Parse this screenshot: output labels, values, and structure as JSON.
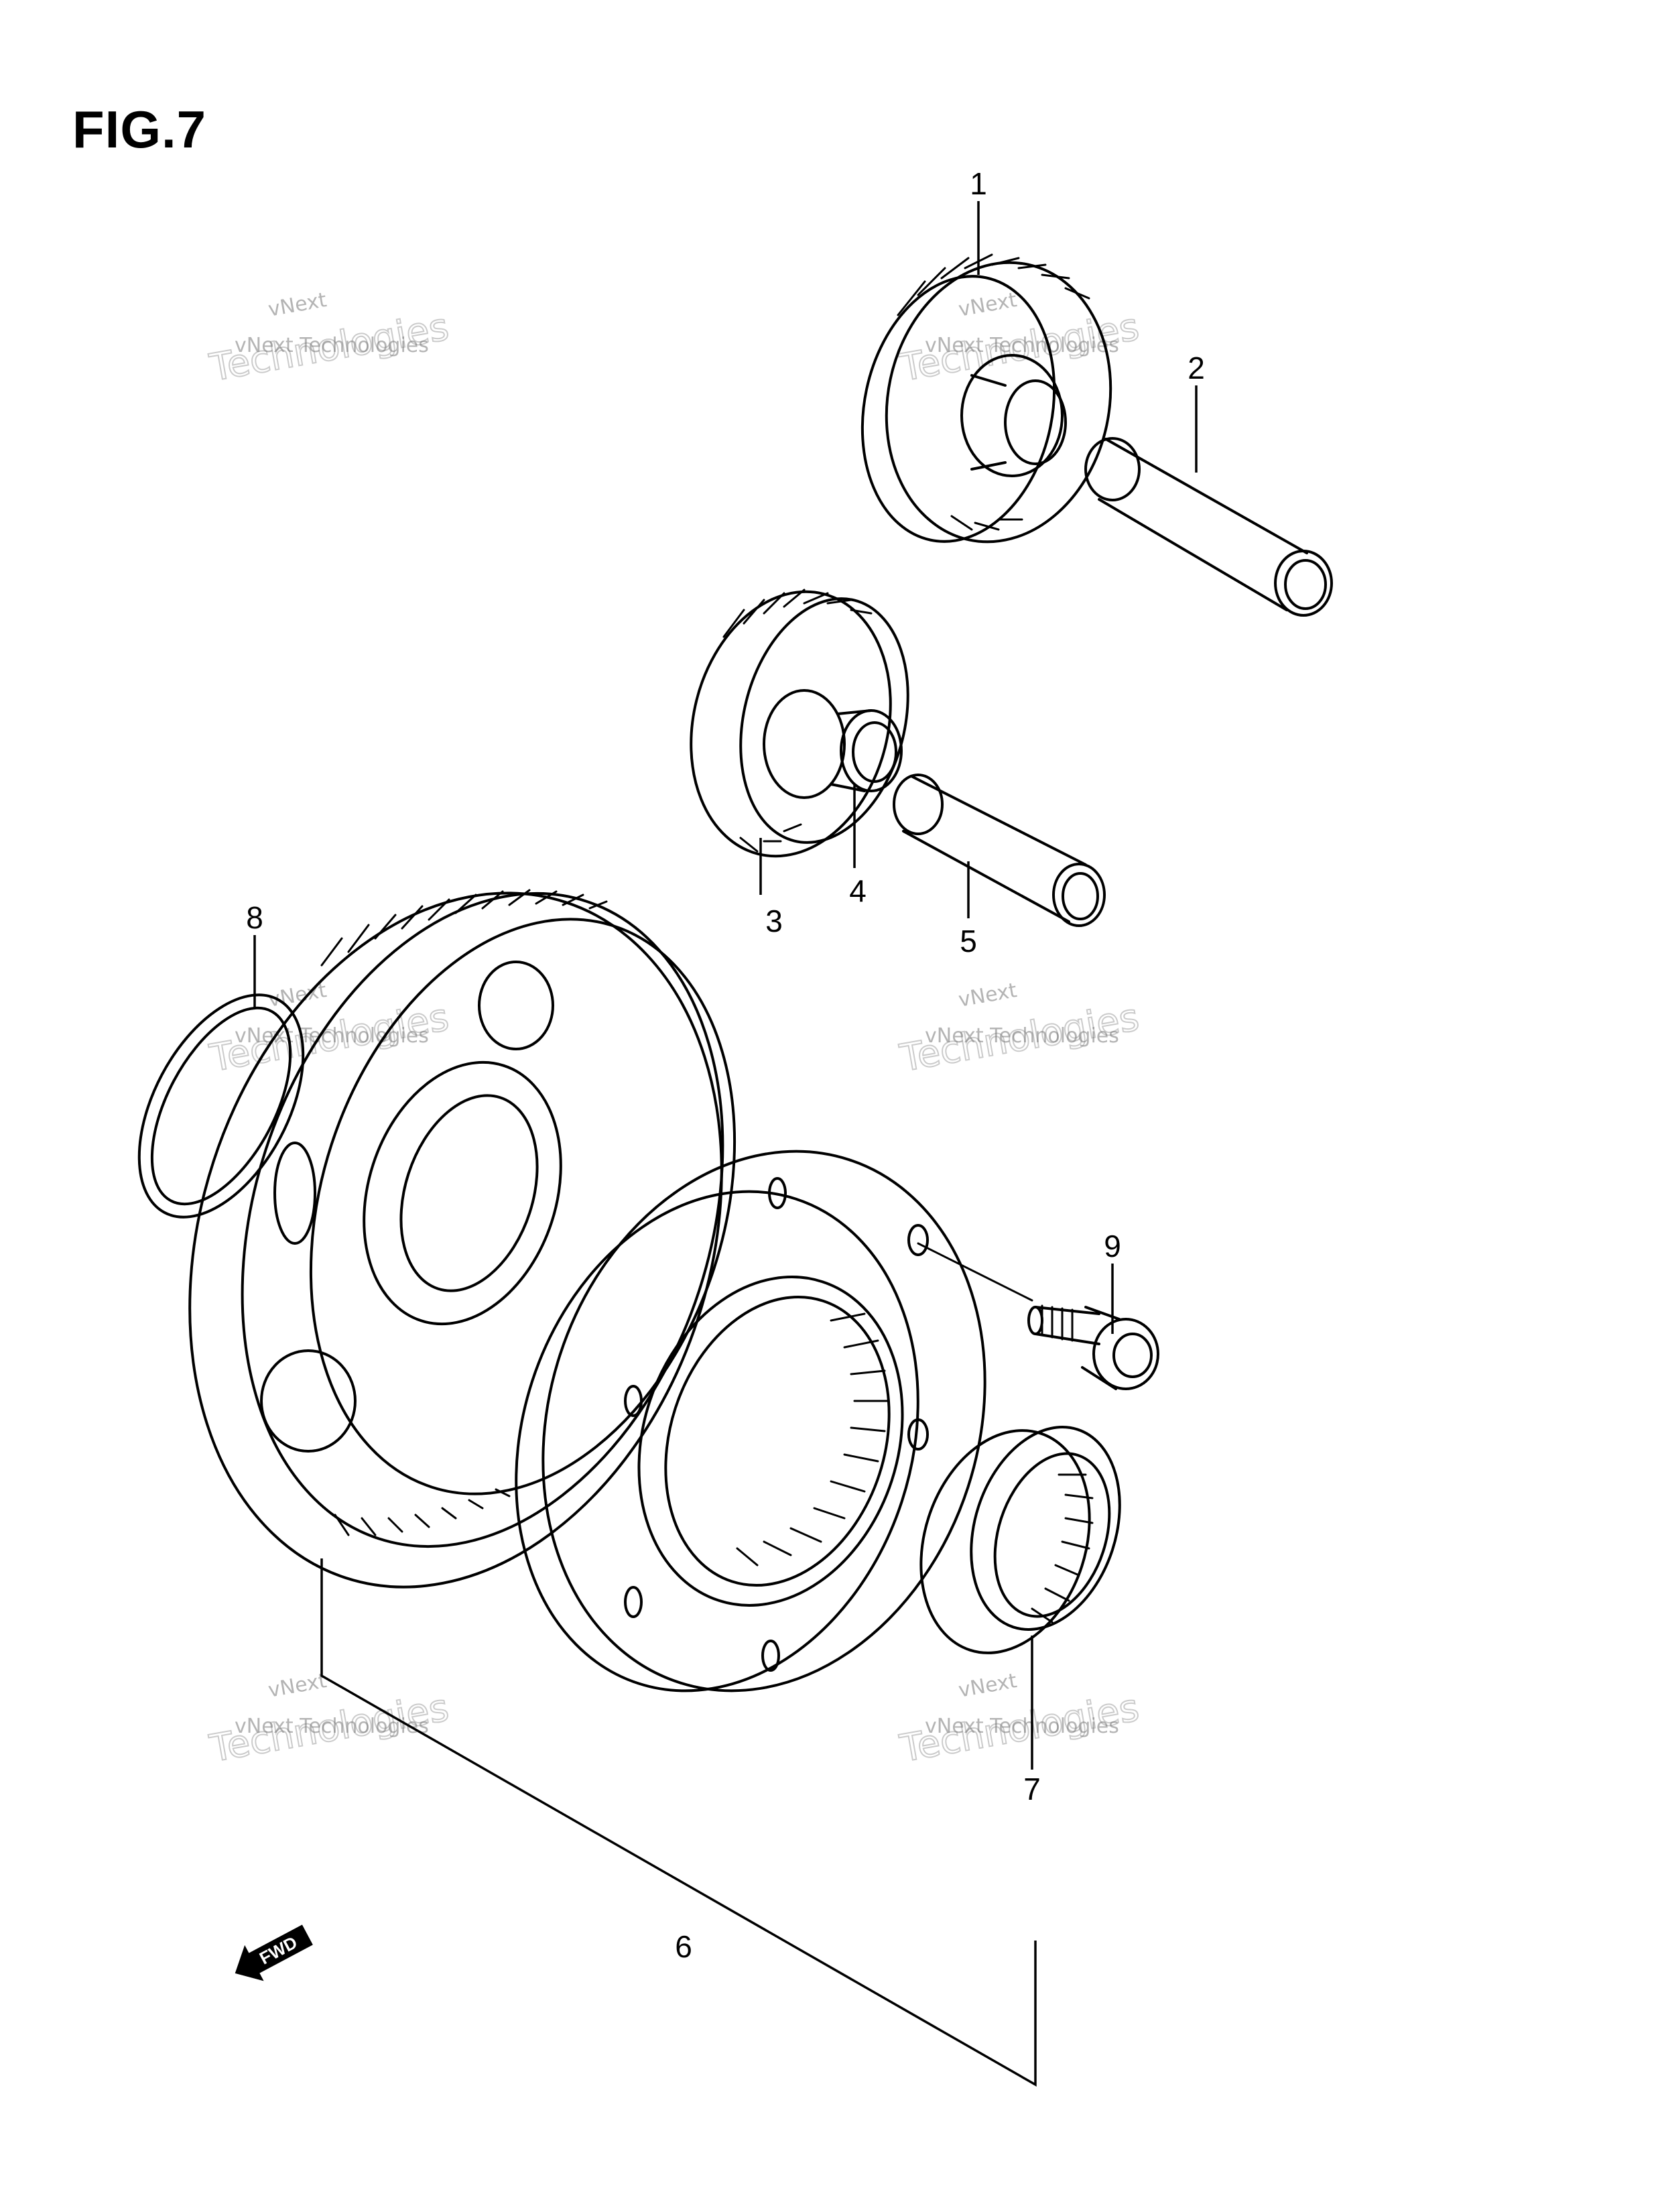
{
  "figure": {
    "title": "FIG.7"
  },
  "callouts": [
    "1",
    "2",
    "3",
    "4",
    "5",
    "6",
    "7",
    "8",
    "9"
  ],
  "watermark": {
    "line1": "vNext Technologies",
    "line2": "vNext",
    "line3": "Technologies"
  },
  "direction_marker": {
    "label": "FWD",
    "icon": "forward-arrow-icon"
  }
}
